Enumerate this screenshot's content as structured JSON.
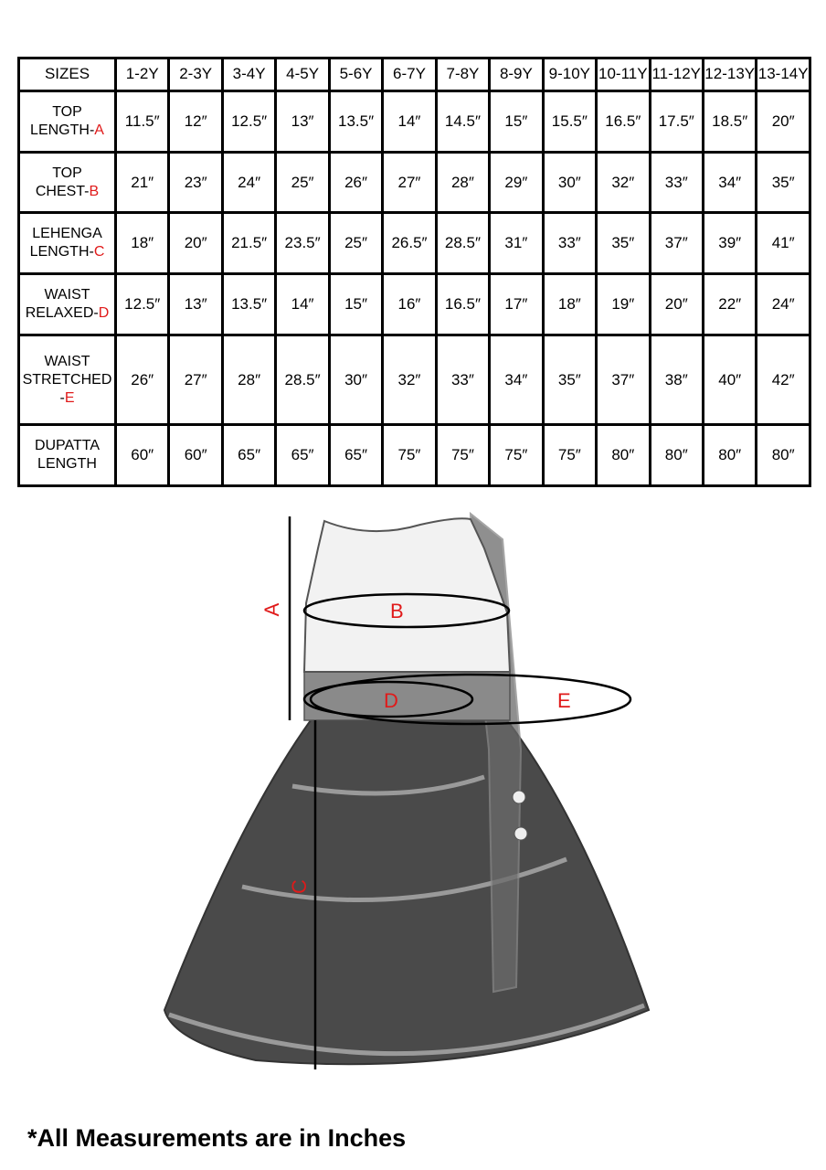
{
  "table": {
    "corner": "SIZES",
    "sizes": [
      "1-2Y",
      "2-3Y",
      "3-4Y",
      "4-5Y",
      "5-6Y",
      "6-7Y",
      "7-8Y",
      "8-9Y",
      "9-10Y",
      "10-11Y",
      "11-12Y",
      "12-13Y",
      "13-14Y"
    ],
    "rows": [
      {
        "label_line1": "TOP",
        "label_line2": "LENGTH-",
        "letter": "A",
        "values": [
          "11.5″",
          "12″",
          "12.5″",
          "13″",
          "13.5″",
          "14″",
          "14.5″",
          "15″",
          "15.5″",
          "16.5″",
          "17.5″",
          "18.5″",
          "20″"
        ]
      },
      {
        "label_line1": "TOP",
        "label_line2": "CHEST-",
        "letter": "B",
        "values": [
          "21″",
          "23″",
          "24″",
          "25″",
          "26″",
          "27″",
          "28″",
          "29″",
          "30″",
          "32″",
          "33″",
          "34″",
          "35″"
        ]
      },
      {
        "label_line1": "LEHENGA",
        "label_line2": "LENGTH-",
        "letter": "C",
        "values": [
          "18″",
          "20″",
          "21.5″",
          "23.5″",
          "25″",
          "26.5″",
          "28.5″",
          "31″",
          "33″",
          "35″",
          "37″",
          "39″",
          "41″"
        ]
      },
      {
        "label_line1": "WAIST",
        "label_line2": "RELAXED-",
        "letter": "D",
        "values": [
          "12.5″",
          "13″",
          "13.5″",
          "14″",
          "15″",
          "16″",
          "16.5″",
          "17″",
          "18″",
          "19″",
          "20″",
          "22″",
          "24″"
        ]
      },
      {
        "label_line1": "WAIST",
        "label_line2": "STRETCHED",
        "label_line3": "-",
        "letter": "E",
        "values": [
          "26″",
          "27″",
          "28″",
          "28.5″",
          "30″",
          "32″",
          "33″",
          "34″",
          "35″",
          "37″",
          "38″",
          "40″",
          "42″"
        ]
      },
      {
        "label_line1": "DUPATTA",
        "label_line2": "LENGTH",
        "letter": "",
        "values": [
          "60″",
          "60″",
          "65″",
          "65″",
          "65″",
          "75″",
          "75″",
          "75″",
          "75″",
          "80″",
          "80″",
          "80″",
          "80″"
        ]
      }
    ]
  },
  "figure": {
    "marker_a": "A",
    "marker_b": "B",
    "marker_c": "C",
    "marker_d": "D",
    "marker_e": "E"
  },
  "footnote": "*All Measurements are in Inches",
  "colors": {
    "accent": "#e01a1a",
    "border": "#000000"
  }
}
